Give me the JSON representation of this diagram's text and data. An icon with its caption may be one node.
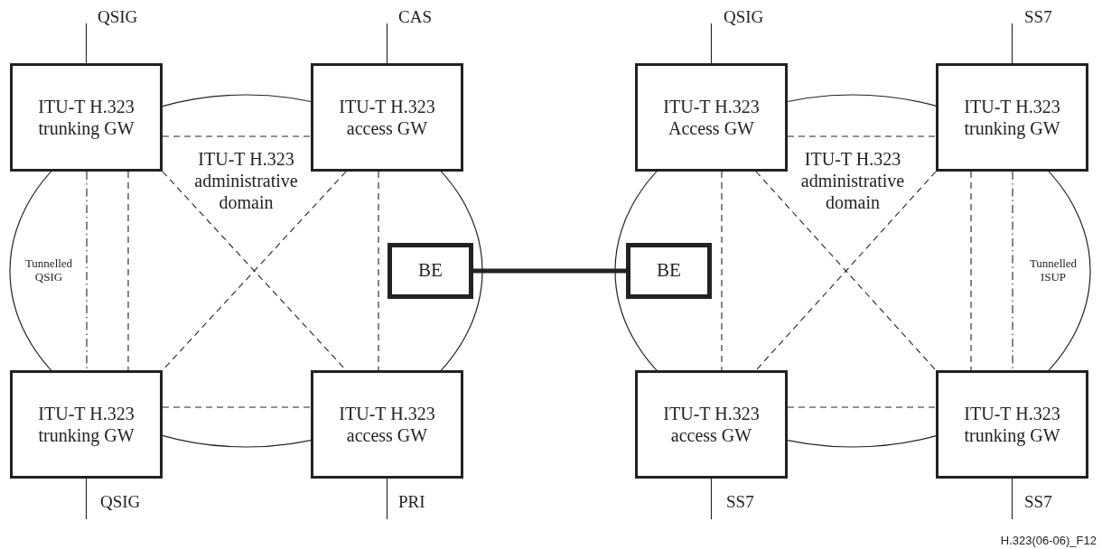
{
  "diagram": {
    "nodes": [
      {
        "text": [
          "ITU-T H.323 administrative domain"
        ]
      },
      {
        "text": [
          "ITU-T H.323 trunking GW"
        ]
      },
      {
        "text": [
          "ITU-T H.323 access GW"
        ]
      },
      {
        "text": [
          "ITU-T H.323 trunking GW"
        ]
      },
      {
        "text": [
          "ITU-T H.323 access GW"
        ]
      },
      {
        "text": [
          "BE"
        ],
        "in": 0
      },
      {
        "text": [
          "ITU-T H.323 administrative domain"
        ]
      },
      {
        "text": [
          "ITU-T H.323 Access GW"
        ]
      },
      {
        "text": [
          "ITU-T H.323 trunking GW"
        ]
      },
      {
        "text": [
          "ITU-T H.323 access GW"
        ]
      },
      {
        "text": [
          "ITU-T H.323 trunking GW"
        ]
      },
      {
        "text": [
          "BE"
        ],
        "in": 6
      }
    ],
    "edges": [
      {
        "from": 1,
        "to": 2,
        "arrow": "none",
        "style": "dashed"
      },
      {
        "from": 1,
        "to": 3,
        "arrow": "none",
        "style": "dashed",
        "label": "Tunnelled QSIG"
      },
      {
        "from": 1,
        "to": 3,
        "arrow": "none",
        "style": "dashed"
      },
      {
        "from": 1,
        "to": 4,
        "arrow": "none",
        "style": "dashed"
      },
      {
        "from": 2,
        "to": 3,
        "arrow": "none",
        "style": "dashed"
      },
      {
        "from": 2,
        "to": 4,
        "arrow": "none",
        "style": "dashed"
      },
      {
        "from": 3,
        "to": 4,
        "arrow": "none",
        "style": "dashed"
      },
      {
        "from": 5,
        "to": 11,
        "arrow": "none",
        "style": "thick"
      },
      {
        "from": 7,
        "to": 8,
        "arrow": "none",
        "style": "dashed"
      },
      {
        "from": 7,
        "to": 9,
        "arrow": "none",
        "style": "dashed"
      },
      {
        "from": 7,
        "to": 10,
        "arrow": "none",
        "style": "dashed"
      },
      {
        "from": 8,
        "to": 9,
        "arrow": "none",
        "style": "dashed"
      },
      {
        "from": 8,
        "to": 10,
        "arrow": "none",
        "style": "dashed"
      },
      {
        "from": 8,
        "to": 10,
        "arrow": "none",
        "style": "dashed",
        "label": "Tunnelled ISUP"
      },
      {
        "from": 9,
        "to": 10,
        "arrow": "none",
        "style": "dashed"
      },
      {
        "from": null,
        "to": 1,
        "arrow": "none",
        "label": "QSIG"
      },
      {
        "from": null,
        "to": 2,
        "arrow": "none",
        "label": "CAS"
      },
      {
        "from": null,
        "to": 7,
        "arrow": "none",
        "label": "QSIG"
      },
      {
        "from": null,
        "to": 8,
        "arrow": "none",
        "label": "SS7"
      },
      {
        "from": null,
        "to": 3,
        "arrow": "none",
        "label": "QSIG"
      },
      {
        "from": null,
        "to": 4,
        "arrow": "none",
        "label": "PRI"
      },
      {
        "from": null,
        "to": 9,
        "arrow": "none",
        "label": "SS7"
      },
      {
        "from": null,
        "to": 10,
        "arrow": "none",
        "label": "SS7"
      }
    ],
    "labels": [
      "H.323(06-06)_F12"
    ]
  }
}
